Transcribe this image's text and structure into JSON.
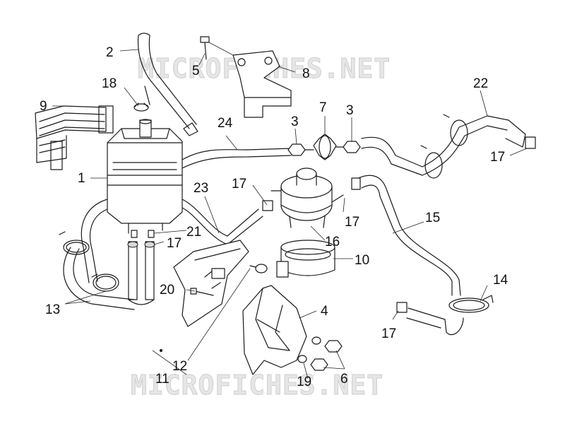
{
  "watermark": {
    "top": "MICROFICHES.NET",
    "bottom": "MICROFICHES.NET"
  },
  "callouts": [
    {
      "id": "c1",
      "text": "1"
    },
    {
      "id": "c2",
      "text": "2"
    },
    {
      "id": "c3a",
      "text": "3"
    },
    {
      "id": "c3b",
      "text": "3"
    },
    {
      "id": "c4",
      "text": "4"
    },
    {
      "id": "c5",
      "text": "5"
    },
    {
      "id": "c6",
      "text": "6"
    },
    {
      "id": "c7",
      "text": "7"
    },
    {
      "id": "c8",
      "text": "8"
    },
    {
      "id": "c9",
      "text": "9"
    },
    {
      "id": "c10",
      "text": "10"
    },
    {
      "id": "c11",
      "text": "11"
    },
    {
      "id": "c12",
      "text": "12"
    },
    {
      "id": "c13",
      "text": "13"
    },
    {
      "id": "c14",
      "text": "14"
    },
    {
      "id": "c15",
      "text": "15"
    },
    {
      "id": "c16",
      "text": "16"
    },
    {
      "id": "c17a",
      "text": "17"
    },
    {
      "id": "c17b",
      "text": "17"
    },
    {
      "id": "c17c",
      "text": "17"
    },
    {
      "id": "c17d",
      "text": "17"
    },
    {
      "id": "c17e",
      "text": "17"
    },
    {
      "id": "c18",
      "text": "18"
    },
    {
      "id": "c19",
      "text": "19"
    },
    {
      "id": "c20",
      "text": "20"
    },
    {
      "id": "c21",
      "text": "21"
    },
    {
      "id": "c22",
      "text": "22"
    },
    {
      "id": "c23",
      "text": "23"
    },
    {
      "id": "c24",
      "text": "24"
    }
  ]
}
